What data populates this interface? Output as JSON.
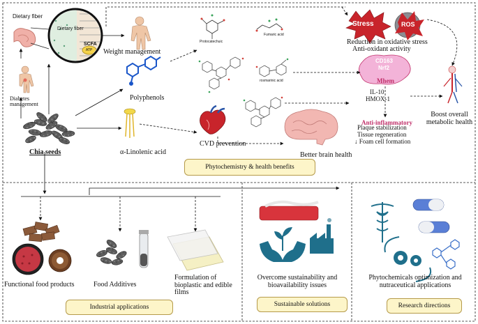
{
  "labels": {
    "dietary_fiber": "Dietary fiber",
    "zoom_dietary_fiber": "Dietary fiber",
    "zoom_scfa": "SCFA",
    "zoom_atp": "ATP",
    "weight_management": "Weight management",
    "diabetes_management": "Diabetes management",
    "polyphenols": "Polyphenols",
    "chia_seeds": "Chia seeds",
    "alpha_linolenic_acid": "α-Linolenic acid",
    "cvd_prevention": "CVD prevention",
    "better_brain_health": "Better brain health",
    "protocatechuic": "Protocatechuic",
    "fumaric_acid": "Fumaric acid",
    "rosmarinic_acid": "rosmarinic acid",
    "stress": "Stress",
    "ros": "ROS",
    "reduction_oxidative": "Reduction in oxidative stress",
    "antioxidant_activity": "Anti-oxidant activity",
    "cd163": "CD163",
    "nrf2": "Nrf2",
    "mhem": "Mhem",
    "il10": "IL-10",
    "hmox1": "HMOX-1",
    "anti_inflammatory": "Anti-inflammatory",
    "plaque_stabilization": "Plaque stabilization",
    "tissue_regeneration": "Tissue regeneration",
    "foam_cell": "↓ Foam cell formation",
    "boost_metabolic": "Boost overall metabolic health",
    "functional_food": "Functional food products",
    "food_additives": "Food Additives",
    "formulation": "Formulation of bioplastic and edible films",
    "overcome_sustainability": "Overcome sustainability and bioavailability issues",
    "phytochemicals_optimization": "Phytochemicals optimization and nutraceutical applications"
  },
  "boxes": {
    "phytochemistry": "Phytochemistry & health benefits",
    "industrial": "Industrial applications",
    "sustainable": "Sustainable solutions",
    "research": "Research directions"
  },
  "colors": {
    "stress_red": "#c8242b",
    "ros_grey": "#7a7a80",
    "box_fill": "#fdf5c9",
    "box_border": "#b59a4a",
    "molecule_green": "#3aa35a",
    "molecule_red": "#d2433c",
    "pink": "#c0306a"
  },
  "icons": [
    "intestine-icon",
    "magnifier-icon",
    "human-body-icon",
    "polyphenol-molecule-icon",
    "fatty-acid-icon",
    "heart-icon",
    "brain-icon",
    "stress-burst-icon",
    "ros-burst-icon",
    "macrophage-icon",
    "vascular-figure-icon",
    "chia-seed-icon",
    "chocolate-icon",
    "food-bowl-icon",
    "donut-icon",
    "additive-pile-icon",
    "test-tube-icon",
    "bioplastic-film-icon",
    "film-roll-icon",
    "hands-plant-icon",
    "factory-icon",
    "caduceus-icon",
    "capsule-icon",
    "gear-cycle-icon",
    "molecule-cluster-icon"
  ]
}
